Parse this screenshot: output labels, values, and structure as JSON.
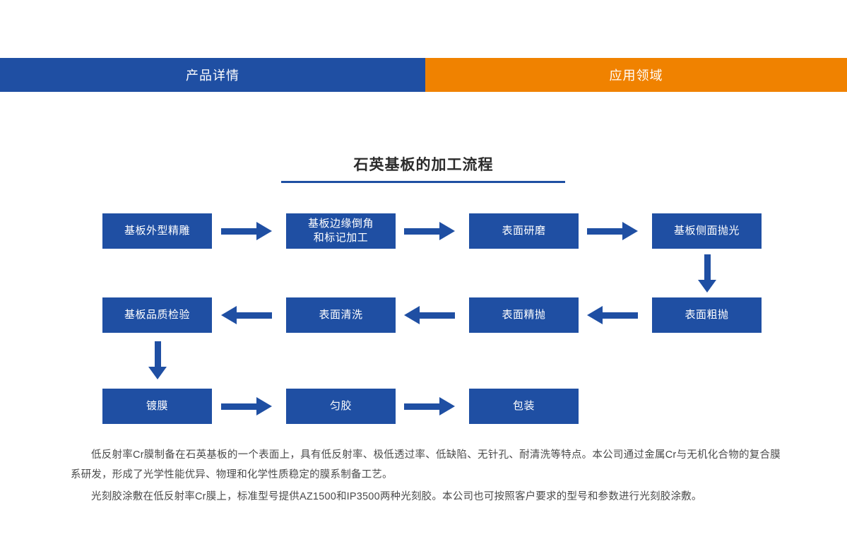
{
  "tabs": [
    {
      "label": "产品详情",
      "color": "#1F4FA3",
      "active": true
    },
    {
      "label": "应用领域",
      "color": "#F08200",
      "active": false
    }
  ],
  "section": {
    "title": "石英基板的加工流程",
    "rule_color": "#1F4FA3"
  },
  "flow": {
    "node_color": "#1F4FA3",
    "node_text_color": "#FFFFFF",
    "nodes": [
      {
        "id": "n1",
        "line1": "基板外型精雕",
        "line2": ""
      },
      {
        "id": "n2",
        "line1": "基板边缘倒角",
        "line2": "和标记加工"
      },
      {
        "id": "n3",
        "line1": "表面研磨",
        "line2": ""
      },
      {
        "id": "n4",
        "line1": "基板侧面抛光",
        "line2": ""
      },
      {
        "id": "n5",
        "line1": "基板品质检验",
        "line2": ""
      },
      {
        "id": "n6",
        "line1": "表面清洗",
        "line2": ""
      },
      {
        "id": "n7",
        "line1": "表面精抛",
        "line2": ""
      },
      {
        "id": "n8",
        "line1": "表面粗抛",
        "line2": ""
      },
      {
        "id": "n9",
        "line1": "镀膜",
        "line2": ""
      },
      {
        "id": "n10",
        "line1": "匀胶",
        "line2": ""
      },
      {
        "id": "n11",
        "line1": "包装",
        "line2": ""
      }
    ],
    "arrows": [
      {
        "id": "a1",
        "direction": "right",
        "from": "n1",
        "to": "n2"
      },
      {
        "id": "a2",
        "direction": "right",
        "from": "n2",
        "to": "n3"
      },
      {
        "id": "a3",
        "direction": "right",
        "from": "n3",
        "to": "n4"
      },
      {
        "id": "a4",
        "direction": "down",
        "from": "n4",
        "to": "n8"
      },
      {
        "id": "a5",
        "direction": "left",
        "from": "n8",
        "to": "n7"
      },
      {
        "id": "a6",
        "direction": "left",
        "from": "n7",
        "to": "n6"
      },
      {
        "id": "a7",
        "direction": "left",
        "from": "n6",
        "to": "n5"
      },
      {
        "id": "a8",
        "direction": "down",
        "from": "n5",
        "to": "n9"
      },
      {
        "id": "a9",
        "direction": "right",
        "from": "n9",
        "to": "n10"
      },
      {
        "id": "a10",
        "direction": "right",
        "from": "n10",
        "to": "n11"
      }
    ]
  },
  "body": {
    "paragraph1": "低反射率Cr膜制备在石英基板的一个表面上，具有低反射率、极低透过率、低缺陷、无针孔、耐清洗等特点。本公司通过金属Cr与无机化合物的复合膜系研发，形成了光学性能优异、物理和化学性质稳定的膜系制备工艺。",
    "paragraph2": "光刻胶涂敷在低反射率Cr膜上，标准型号提供AZ1500和IP3500两种光刻胶。本公司也可按照客户要求的型号和参数进行光刻胶涂敷。"
  }
}
